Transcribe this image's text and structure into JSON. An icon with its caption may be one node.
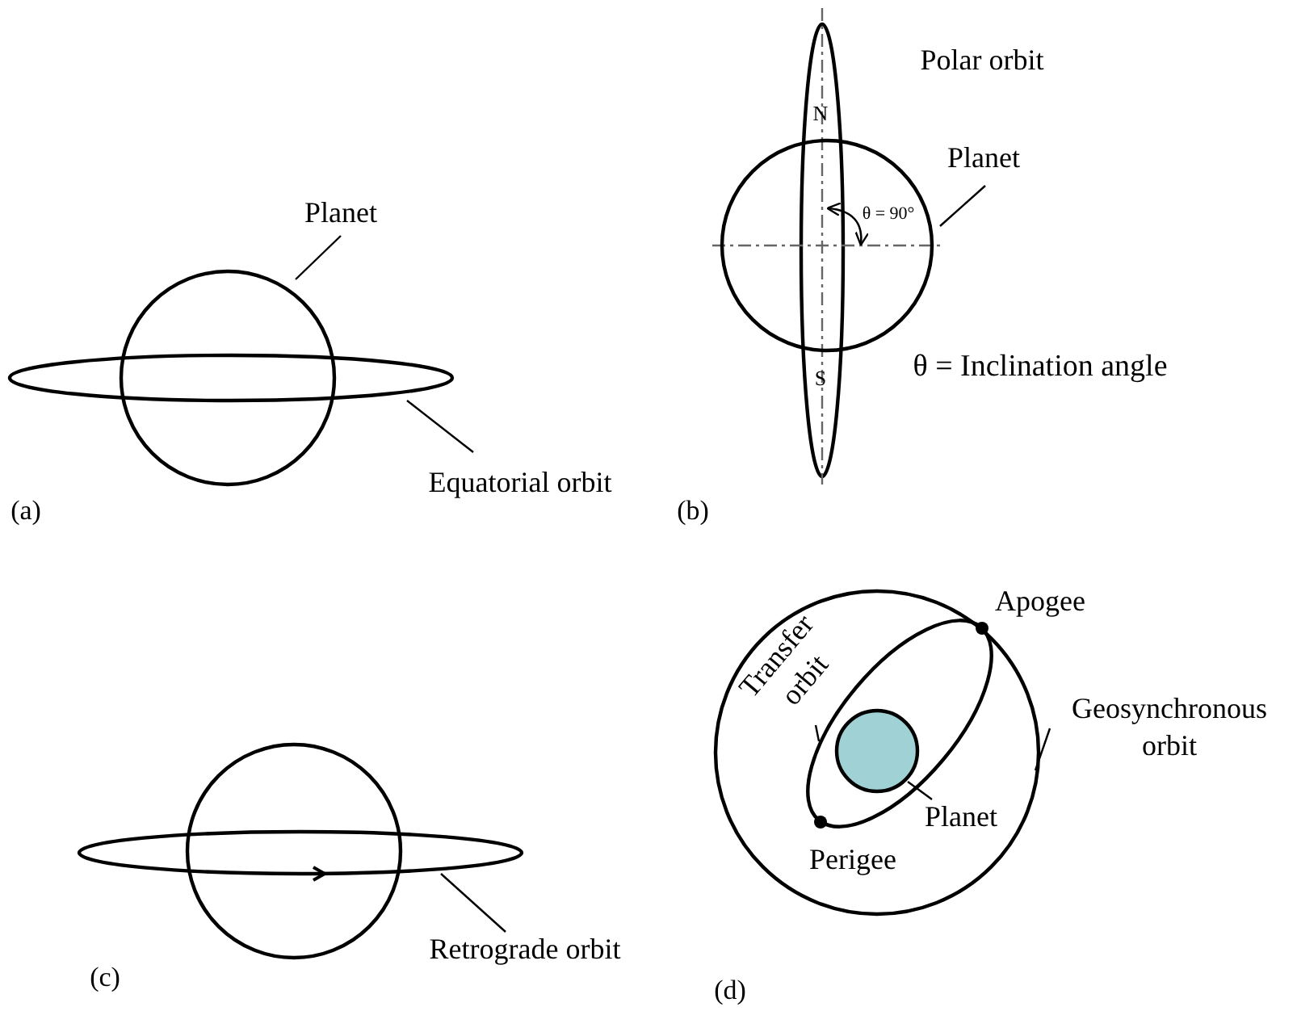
{
  "diagram": {
    "nodes": [
      {
        "text": [
          "Planet"
        ]
      },
      {
        "text": [],
        "shape": "circle"
      },
      {
        "text": [],
        "shape": "ellipse"
      },
      {
        "text": [
          "Equatorial orbit"
        ]
      },
      {
        "text": [
          "Planet"
        ]
      },
      {
        "text": [],
        "shape": "circle"
      },
      {
        "text": [],
        "shape": "ellipse"
      },
      {
        "text": [
          "Retrograde orbit"
        ]
      },
      {
        "text": [
          "Transfer orbit"
        ],
        "in": 11
      },
      {
        "text": [],
        "shape": "ellipse",
        "in": 11
      },
      {
        "text": [
          "Geosynchronous orbit"
        ]
      },
      {
        "text": [],
        "shape": "circle"
      },
      {
        "text": [],
        "shape": "circle",
        "in": 9
      },
      {
        "text": [
          "Planet"
        ],
        "in": 11
      },
      {
        "text": [],
        "shape": "circle"
      }
    ],
    "edges": [
      {
        "from": 0,
        "to": 1,
        "arrow": "none"
      },
      {
        "from": 3,
        "to": 2,
        "arrow": "none"
      },
      {
        "from": 4,
        "to": 5,
        "arrow": "none"
      },
      {
        "from": 7,
        "to": 6,
        "arrow": "none"
      },
      {
        "from": 8,
        "to": 9,
        "arrow": "none"
      },
      {
        "from": 10,
        "to": 11,
        "arrow": "none"
      },
      {
        "from": 13,
        "to": 12,
        "arrow": "none"
      }
    ],
    "labels": [
      "(a)",
      "Polar orbit",
      "N",
      "θ = 90°",
      "S",
      "θ = Inclination angle",
      "(b)",
      "(c)",
      "Apogee",
      "Perigee",
      "(d)"
    ]
  }
}
